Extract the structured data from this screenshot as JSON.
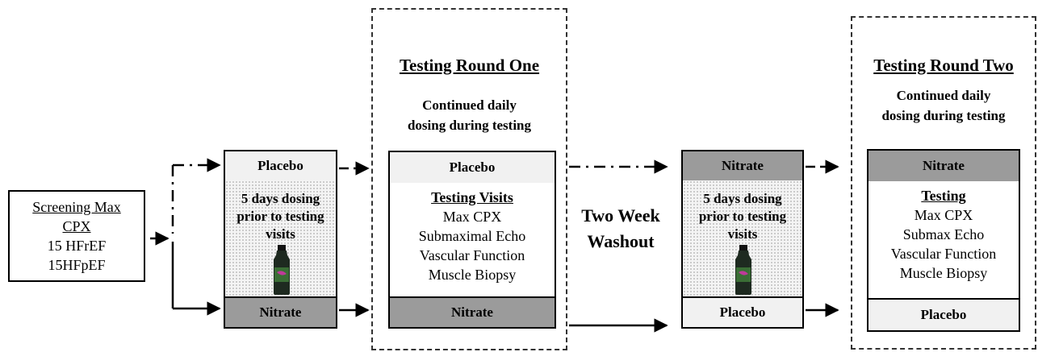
{
  "screening": {
    "line1": "Screening Max",
    "line2": "CPX",
    "line3": "15 HFrEF",
    "line4": "15HFpEF"
  },
  "round_one": {
    "title": "Testing Round One",
    "subtitle_line1": "Continued daily",
    "subtitle_line2": "dosing during testing",
    "top_bar": "Placebo",
    "tests_header": "Testing Visits",
    "tests": [
      "Max CPX",
      "Submaximal Echo",
      "Vascular Function",
      "Muscle Biopsy"
    ],
    "bottom_bar": "Nitrate"
  },
  "dosing_one": {
    "top_bar": "Placebo",
    "text_line1": "5 days dosing",
    "text_line2": "prior to testing",
    "text_line3": "visits",
    "bottom_bar": "Nitrate"
  },
  "washout": {
    "line1": "Two Week",
    "line2": "Washout"
  },
  "dosing_two": {
    "top_bar": "Nitrate",
    "text_line1": "5 days dosing",
    "text_line2": "prior to testing",
    "text_line3": "visits",
    "bottom_bar": "Placebo"
  },
  "round_two": {
    "title": "Testing Round Two",
    "subtitle_line1": "Continued daily",
    "subtitle_line2": "dosing during testing",
    "top_bar": "Nitrate",
    "tests_header": "Testing",
    "tests": [
      "Max CPX",
      "Submax Echo",
      "Vascular Function",
      "Muscle Biopsy"
    ],
    "bottom_bar": "Placebo"
  },
  "colors": {
    "nitrate_bar": "#9b9b9b",
    "placebo_bar": "#f1f1f1",
    "bottle_body": "#1e2a20",
    "bottle_label": "#3f7a3a"
  }
}
